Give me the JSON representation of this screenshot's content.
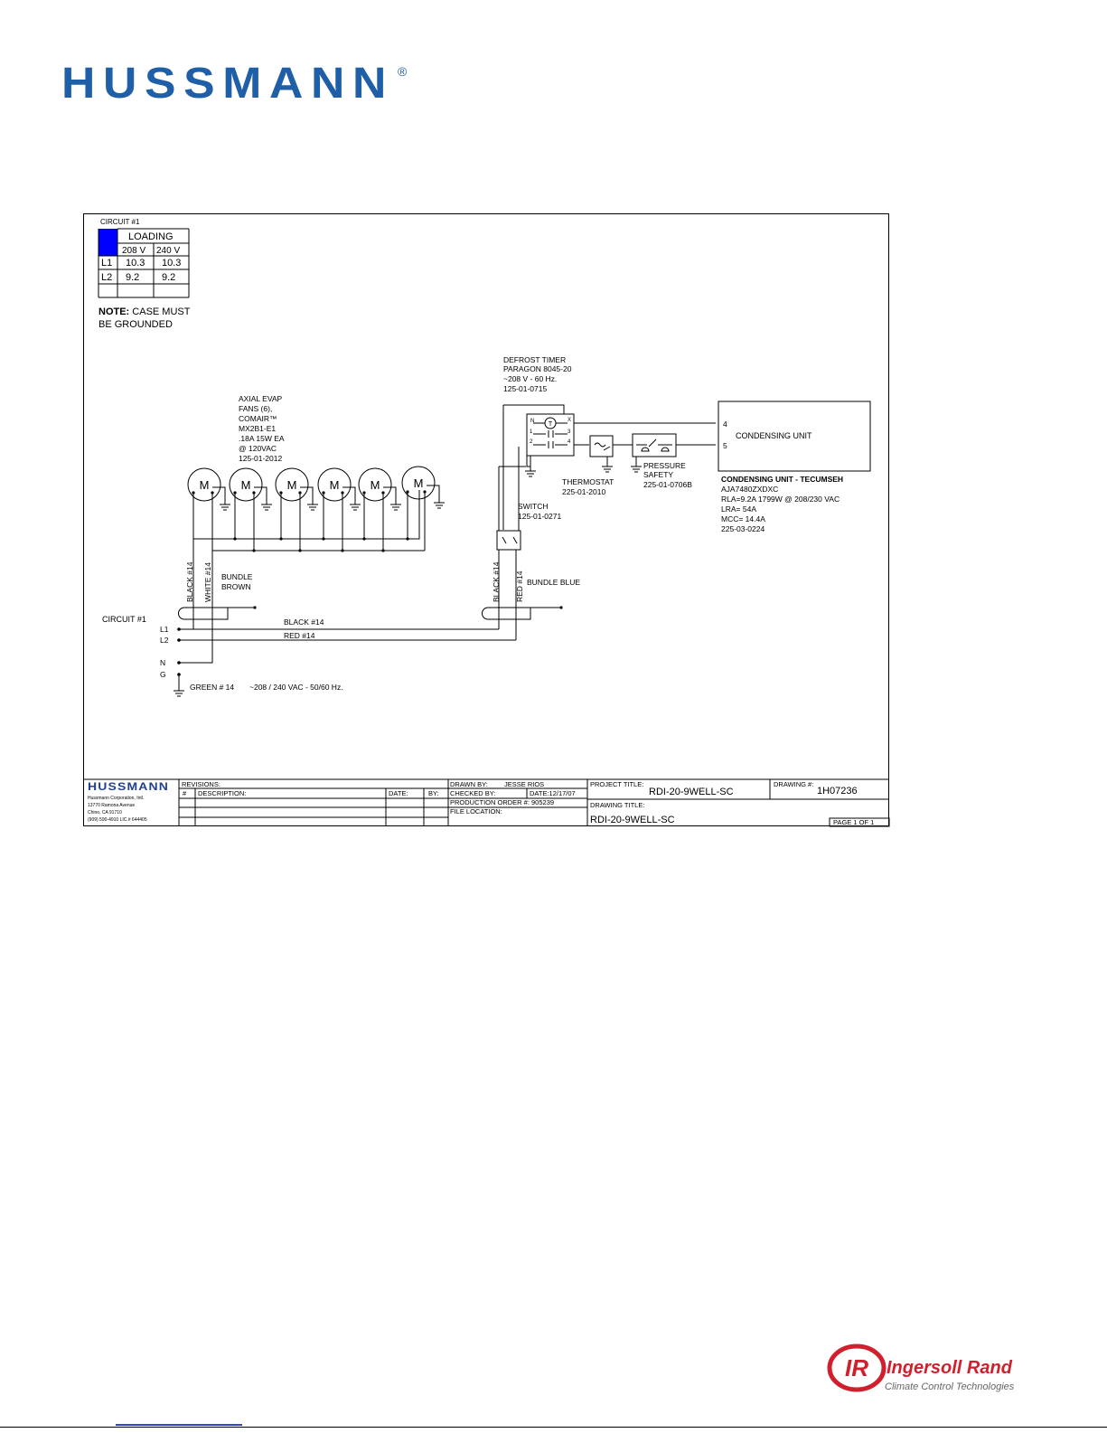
{
  "brand": {
    "name": "HUSSMANN",
    "registered": "®",
    "color": "#1f5fa8"
  },
  "circuit": {
    "title": "CIRCUIT #1",
    "loading_header": "LOADING",
    "voltages": [
      "208 V",
      "240 V"
    ],
    "rows": [
      {
        "line": "L1",
        "v208": "10.3",
        "v240": "10.3"
      },
      {
        "line": "L2",
        "v208": "9.2",
        "v240": "9.2"
      }
    ],
    "swatch_color": "#0000ff"
  },
  "note": {
    "label": "NOTE:",
    "line1": " CASE MUST",
    "line2": "BE GROUNDED"
  },
  "fans": {
    "lines": [
      "AXIAL EVAP",
      "FANS (6),",
      "COMAIR™",
      "MX2B1-E1",
      ".18A 15W EA",
      "@ 120VAC",
      "125-01-2012"
    ],
    "motor_label": "M",
    "count": 6
  },
  "timer": {
    "lines": [
      "DEFROST TIMER",
      "PARAGON 8045-20",
      "~208  V - 60 Hz.",
      "125-01-0715"
    ],
    "terminal_n": "N",
    "terminal_x": "X",
    "terminals": [
      "1",
      "2",
      "3",
      "4"
    ],
    "motor": "T"
  },
  "thermostat": {
    "line1": "THERMOSTAT",
    "line2": "225-01-2010"
  },
  "pressure": {
    "line1": "PRESSURE",
    "line2": "SAFETY",
    "line3": "225-01-0706B"
  },
  "condensing": {
    "box_label": "CONDENSING UNIT",
    "terminal_a": "4",
    "terminal_b": "5",
    "spec_lines": [
      "CONDENSING UNIT - TECUMSEH",
      "AJA7480ZXDXC",
      "RLA=9.2A 1799W @ 208/230 VAC",
      "LRA= 54A",
      "MCC= 14.4A",
      "225-03-0224"
    ]
  },
  "switch": {
    "line1": "SWITCH",
    "line2": "125-01-0271"
  },
  "wires": {
    "black14": "BLACK #14",
    "white14": "WHITE #14",
    "red14": "RED #14",
    "bundle_brown_1": "BUNDLE",
    "bundle_brown_2": "BROWN",
    "bundle_blue": "BUNDLE BLUE",
    "black_main": "BLACK #14",
    "red_main": "RED #14"
  },
  "supply": {
    "circuit": "CIRCUIT #1",
    "l1": "L1",
    "l2": "L2",
    "n": "N",
    "g": "G",
    "green": "GREEN # 14",
    "voltage": "~208 / 240 VAC - 50/60 Hz."
  },
  "title_block": {
    "company_lines": [
      "Hussmann Corporation, Intl.",
      "13770 Ramona Avenue",
      "Chino, CA  91710",
      "(909) 590-4910    LIC.# 644405"
    ],
    "revisions": "REVISIONS:",
    "num": "#",
    "description": "DESCRIPTION:",
    "date": "DATE:",
    "by": "BY:",
    "drawn_by_label": "DRAWN BY:",
    "drawn_by": "JESSE RIOS",
    "checked_by_label": "CHECKED BY:",
    "date_value": "DATE:12/17/07",
    "production_order": "PRODUCTION ORDER #: 905239",
    "file_location": "FILE LOCATION:",
    "project_title_label": "PROJECT TITLE:",
    "project_title": "RDI-20-9WELL-SC",
    "drawing_num_label": "DRAWING #:",
    "drawing_num": "1H07236",
    "drawing_title_label": "DRAWING TITLE:",
    "drawing_title": "RDI-20-9WELL-SC",
    "page": "PAGE 1 OF 1"
  },
  "ir": {
    "name": "Ingersoll Rand",
    "tagline": "Climate Control Technologies",
    "mark": "IR",
    "color": "#d0202e"
  }
}
